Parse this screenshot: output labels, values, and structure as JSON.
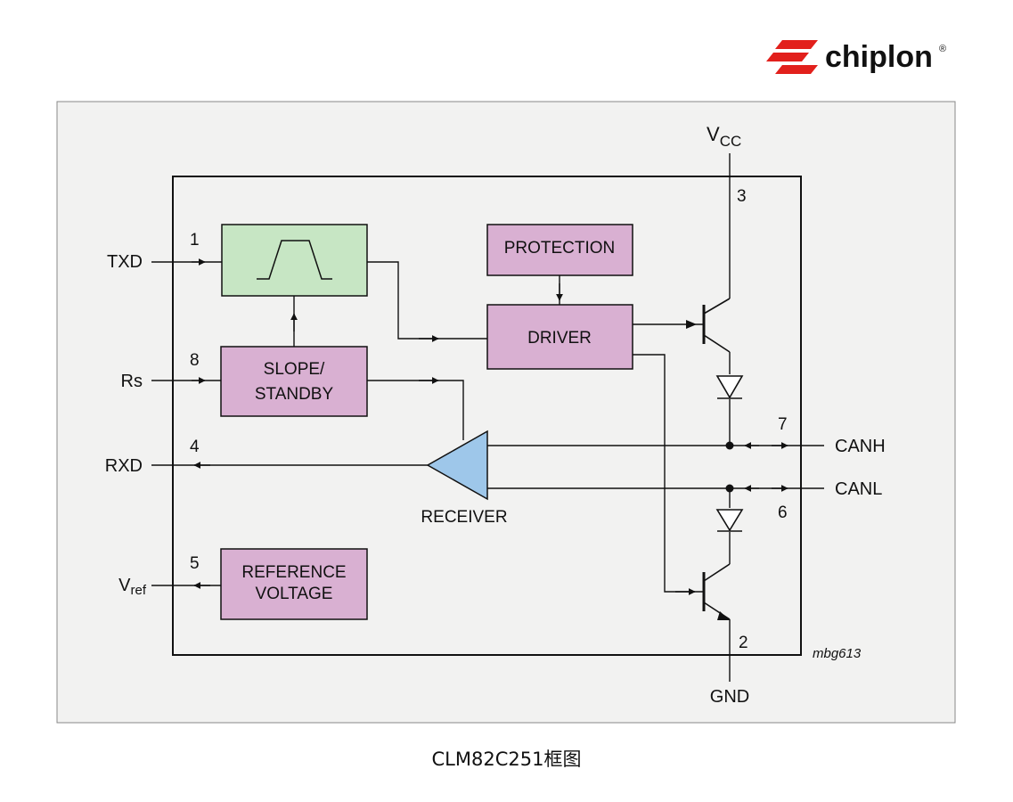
{
  "brand": {
    "name": "chiplon",
    "mark": "®",
    "colors": {
      "red": "#e2201c",
      "text": "#1a1a1a"
    }
  },
  "diagram": {
    "pins": {
      "txd": {
        "label": "TXD",
        "number": "1"
      },
      "rs": {
        "label": "Rs",
        "number": "8"
      },
      "rxd": {
        "label": "RXD",
        "number": "4"
      },
      "vref": {
        "label": "V",
        "sub": "ref",
        "number": "5"
      },
      "vcc": {
        "label": "V",
        "sub": "CC",
        "number": "3"
      },
      "gnd": {
        "label": "GND",
        "number": "2"
      },
      "canh": {
        "label": "CANH",
        "number": "7"
      },
      "canl": {
        "label": "CANL",
        "number": "6"
      }
    },
    "blocks": {
      "protection": "PROTECTION",
      "driver": "DRIVER",
      "slope_line1": "SLOPE/",
      "slope_line2": "STANDBY",
      "reference_line1": "REFERENCE",
      "reference_line2": "VOLTAGE",
      "receiver": "RECEIVER"
    },
    "code": "mbg613",
    "colors": {
      "block_fill": "#d9b0d2",
      "filter_fill": "#c7e6c4",
      "receiver_fill": "#9ec7ea",
      "panel_bg": "#f2f2f1"
    }
  },
  "caption": "CLM82C251框图"
}
